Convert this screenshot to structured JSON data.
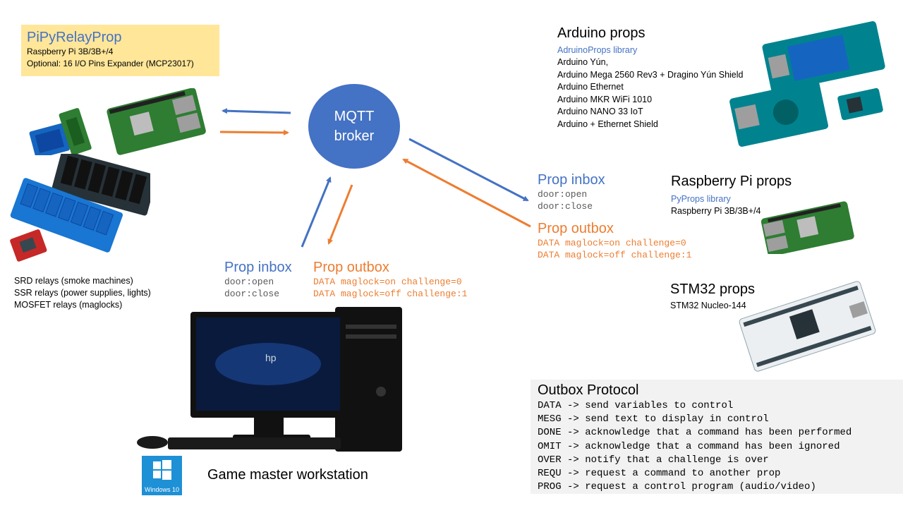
{
  "pipyrelayprop": {
    "title": "PiPyRelayProp",
    "lines": [
      "Raspberry Pi 3B/3B+/4",
      "Optional: 16 I/O Pins Expander (MCP23017)"
    ]
  },
  "mqtt": {
    "line1": "MQTT",
    "line2": "broker"
  },
  "relays": [
    "SRD relays (smoke machines)",
    "SSR relays (power supplies, lights)",
    "MOSFET relays (maglocks)"
  ],
  "center_inbox": {
    "title": "Prop inbox",
    "lines": [
      "door:open",
      "door:close"
    ]
  },
  "center_outbox": {
    "title": "Prop outbox",
    "lines": [
      "DATA maglock=on challenge=0",
      "DATA maglock=off challenge:1"
    ]
  },
  "right_inbox": {
    "title": "Prop inbox",
    "lines": [
      "door:open",
      "door:close"
    ]
  },
  "right_outbox": {
    "title": "Prop outbox",
    "lines": [
      "DATA maglock=on challenge=0",
      "DATA maglock=off challenge:1"
    ]
  },
  "arduino": {
    "title": "Arduino props",
    "library": "AdruinoProps library",
    "items": [
      "Arduino Yún,",
      "Arduino Mega 2560  Rev3 + Dragino Yún Shield",
      "Arduino Ethernet",
      "Arduino MKR WiFi 1010",
      "Arduino NANO 33 IoT",
      "Arduino + Ethernet Shield"
    ]
  },
  "rpi": {
    "title": "Raspberry Pi props",
    "library": "PyProps library",
    "items": [
      "Raspberry Pi 3B/3B+/4"
    ]
  },
  "stm32": {
    "title": "STM32 props",
    "items": [
      "STM32  Nucleo-144"
    ]
  },
  "outbox_protocol": {
    "title": "Outbox Protocol",
    "rows": [
      "DATA -> send variables to control",
      "MESG -> send text to display in control",
      "DONE -> acknowledge that a command has been performed",
      "OMIT -> acknowledge that a command has been ignored",
      "OVER -> notify that a challenge is over",
      "REQU -> request a command to another prop",
      "PROG -> request a control program (audio/video)"
    ]
  },
  "workstation": {
    "label": "Game master workstation",
    "windows_caption": "Windows 10",
    "monitor_brand": "hp"
  },
  "colors": {
    "blue": "#4472c4",
    "orange": "#ed7d31",
    "note_bg": "#ffe699",
    "protocol_bg": "#f2f2f2"
  }
}
